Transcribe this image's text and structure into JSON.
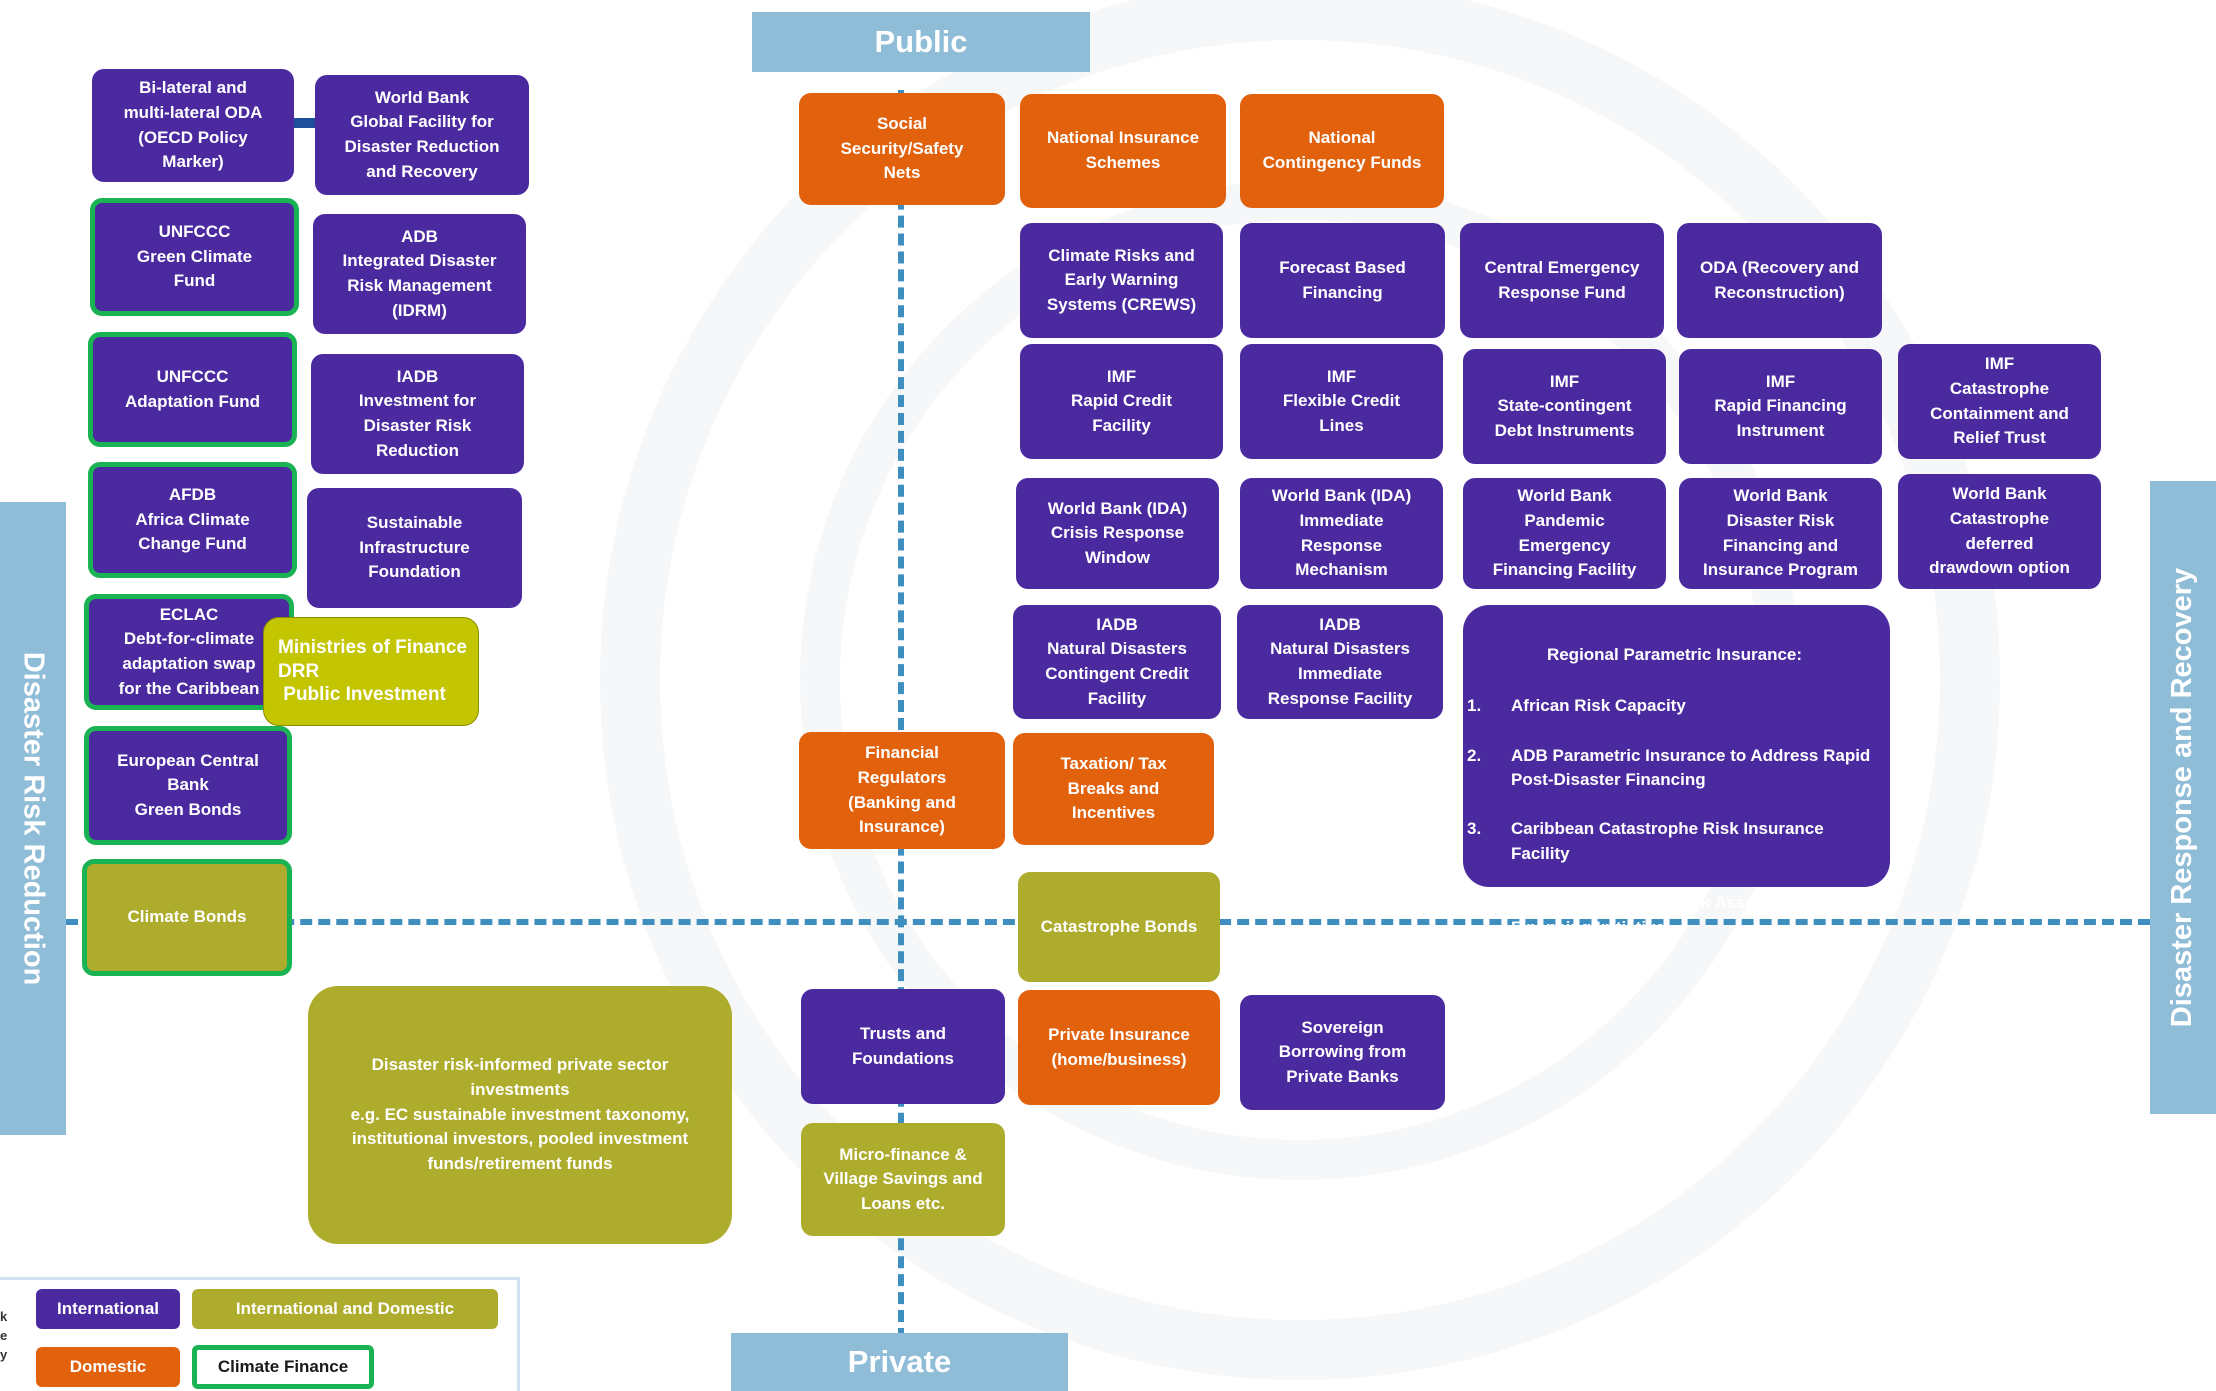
{
  "colors": {
    "international": "#4b2aa0",
    "domestic": "#e2610d",
    "international_and_domestic": "#aeac2d",
    "climate_finance_border": "#1ab353",
    "axis": "#8fbcd6",
    "dashed_axis": "#3f8ec0",
    "ministries_box": "#c3c500"
  },
  "axes": {
    "top": "Public",
    "bottom": "Private",
    "left": "Disaster Risk Reduction",
    "right": "Disaster Response and Recovery"
  },
  "boxes": {
    "oda": "Bi-lateral and\nmulti-lateral ODA\n(OECD Policy\nMarker)",
    "wb_gfdrr": "World Bank\nGlobal Facility for\nDisaster Reduction\nand Recovery",
    "gcf": "UNFCCC\nGreen Climate\nFund",
    "adb_idrm": "ADB\nIntegrated Disaster\nRisk Management\n(IDRM)",
    "adaptation_fund": "UNFCCC\nAdaptation Fund",
    "iadb_investment": "IADB\nInvestment for\nDisaster Risk\nReduction",
    "afdb": "AFDB\nAfrica Climate\nChange Fund",
    "sif": "Sustainable\nInfrastructure\nFoundation",
    "eclac": "ECLAC\nDebt-for-climate\nadaptation swap\nfor the Caribbean",
    "ministries": "Ministries of Finance\nDRR\n Public Investment",
    "ecb": "European Central\nBank\nGreen Bonds",
    "climate_bonds": "Climate Bonds",
    "private_sector": "Disaster risk-informed private sector\ninvestments\ne.g. EC sustainable investment taxonomy,\ninstitutional investors, pooled investment\nfunds/retirement funds",
    "social_security": "Social\nSecurity/Safety\nNets",
    "national_insurance": "National Insurance\nSchemes",
    "contingency_funds": "National\nContingency Funds",
    "crews": "Climate Risks and\nEarly Warning\nSystems (CREWS)",
    "forecast_financing": "Forecast Based\nFinancing",
    "cerf": "Central Emergency\nResponse Fund",
    "oda_recovery": "ODA (Recovery and\nReconstruction)",
    "imf_rcf": "IMF\nRapid Credit\nFacility",
    "imf_fcl": "IMF\nFlexible Credit\nLines",
    "imf_state": "IMF\nState-contingent\nDebt Instruments",
    "imf_rfi": "IMF\nRapid Financing\nInstrument",
    "imf_ccrt": "IMF\nCatastrophe\nContainment and\nRelief Trust",
    "wb_ida_crw": "World Bank (IDA)\nCrisis Response\nWindow",
    "wb_ida_irm": "World Bank (IDA)\nImmediate\nResponse\nMechanism",
    "wb_pandemic": "World Bank\nPandemic\nEmergency\nFinancing Facility",
    "wb_drfi": "World Bank\nDisaster Risk\nFinancing and\nInsurance Program",
    "wb_cat_ddo": "World Bank\nCatastrophe\ndeferred\ndrawdown option",
    "iadb_contingent": "IADB\nNatural Disasters\nContingent Credit\nFacility",
    "iadb_immediate": "IADB\nNatural Disasters\nImmediate\nResponse Facility",
    "regional_title": "Regional Parametric Insurance:",
    "regional_1": "African Risk Capacity",
    "regional_2": "ADB Parametric Insurance to Address Rapid Post-Disaster Financing",
    "regional_3": "Caribbean Catastrophe Risk Insurance Facility",
    "regional_4": "Pacific Catastrophe Risk Assessment and Financing Initiative",
    "financial_regulators": "Financial\nRegulators\n(Banking and\nInsurance)",
    "taxation": "Taxation/ Tax\nBreaks and\nIncentives",
    "cat_bonds": "Catastrophe Bonds",
    "trusts": "Trusts and\nFoundations",
    "private_insurance": "Private Insurance\n(home/business)",
    "sovereign_borrowing": "Sovereign\nBorrowing from\nPrivate Banks",
    "microfinance": "Micro-finance &\nVillage Savings and\nLoans etc."
  },
  "legend": {
    "key_fragment": "k\ne\ny",
    "international": "International",
    "international_and_domestic": "International and Domestic",
    "domestic": "Domestic",
    "climate_finance": "Climate Finance"
  }
}
